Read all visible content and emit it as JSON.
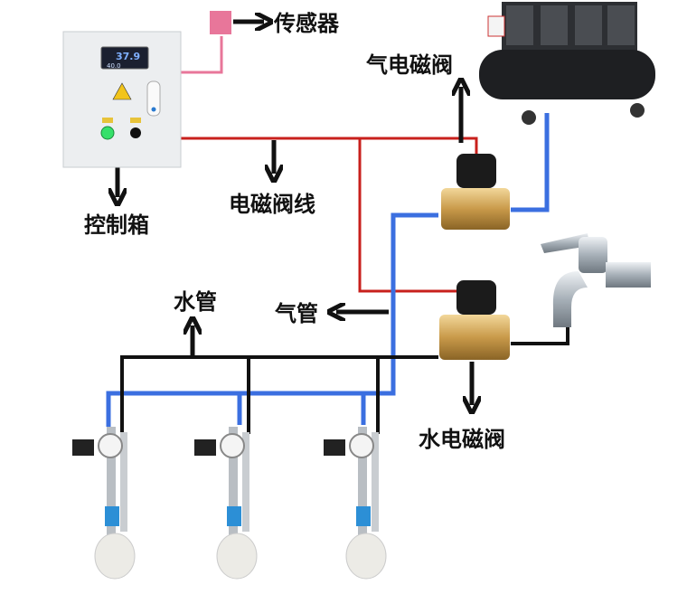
{
  "labels": {
    "sensor": "传感器",
    "air_valve": "气电磁阀",
    "valve_wire": "电磁阀线",
    "control_box": "控制箱",
    "water_pipe": "水管",
    "air_pipe": "气管",
    "water_valve": "水电磁阀"
  },
  "control_box": {
    "display_top": "37.9",
    "display_bottom": "40.0"
  },
  "colors": {
    "wire": "#c8201c",
    "air_pipe": "#3b6fe0",
    "water_pipe": "#111111",
    "sensor": "#e8769a"
  }
}
